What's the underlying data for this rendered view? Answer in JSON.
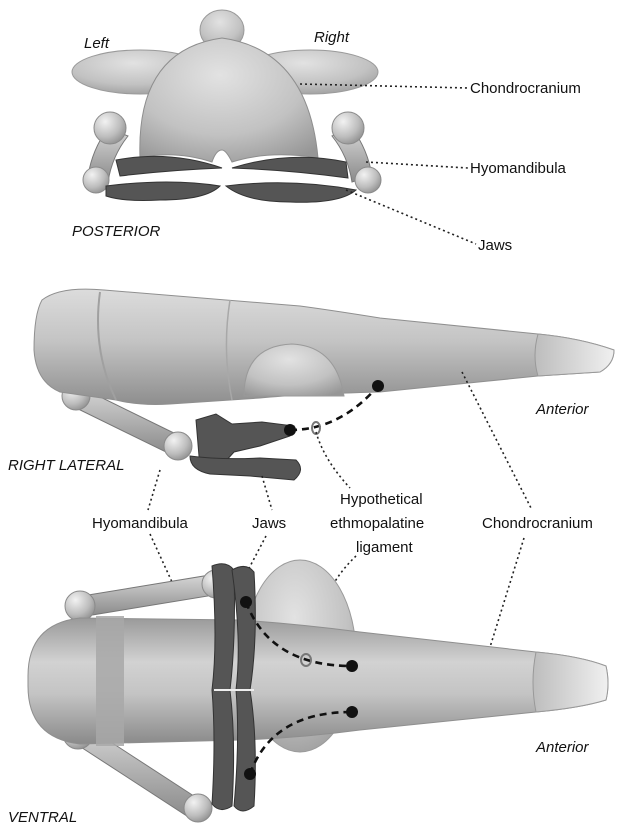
{
  "views": {
    "posterior": {
      "title": "POSTERIOR",
      "left": "Left",
      "right": "Right",
      "chondrocranium": "Chondrocranium",
      "hyomandibula": "Hyomandibula",
      "jaws": "Jaws"
    },
    "lateral": {
      "title": "RIGHT LATERAL",
      "anterior": "Anterior"
    },
    "ventral": {
      "title": "VENTRAL",
      "anterior": "Anterior"
    }
  },
  "shared_labels": {
    "hyomandibula": "Hyomandibula",
    "jaws": "Jaws",
    "ligament_line1": "Hypothetical",
    "ligament_line2": "ethmopalatine",
    "ligament_line3": "ligament",
    "chondrocranium": "Chondrocranium"
  },
  "colors": {
    "bone_light": "#e6e6e6",
    "bone_mid": "#b4b4b4",
    "bone_dark": "#8a8a8a",
    "jaw": "#555555",
    "ligament": "#111111"
  }
}
